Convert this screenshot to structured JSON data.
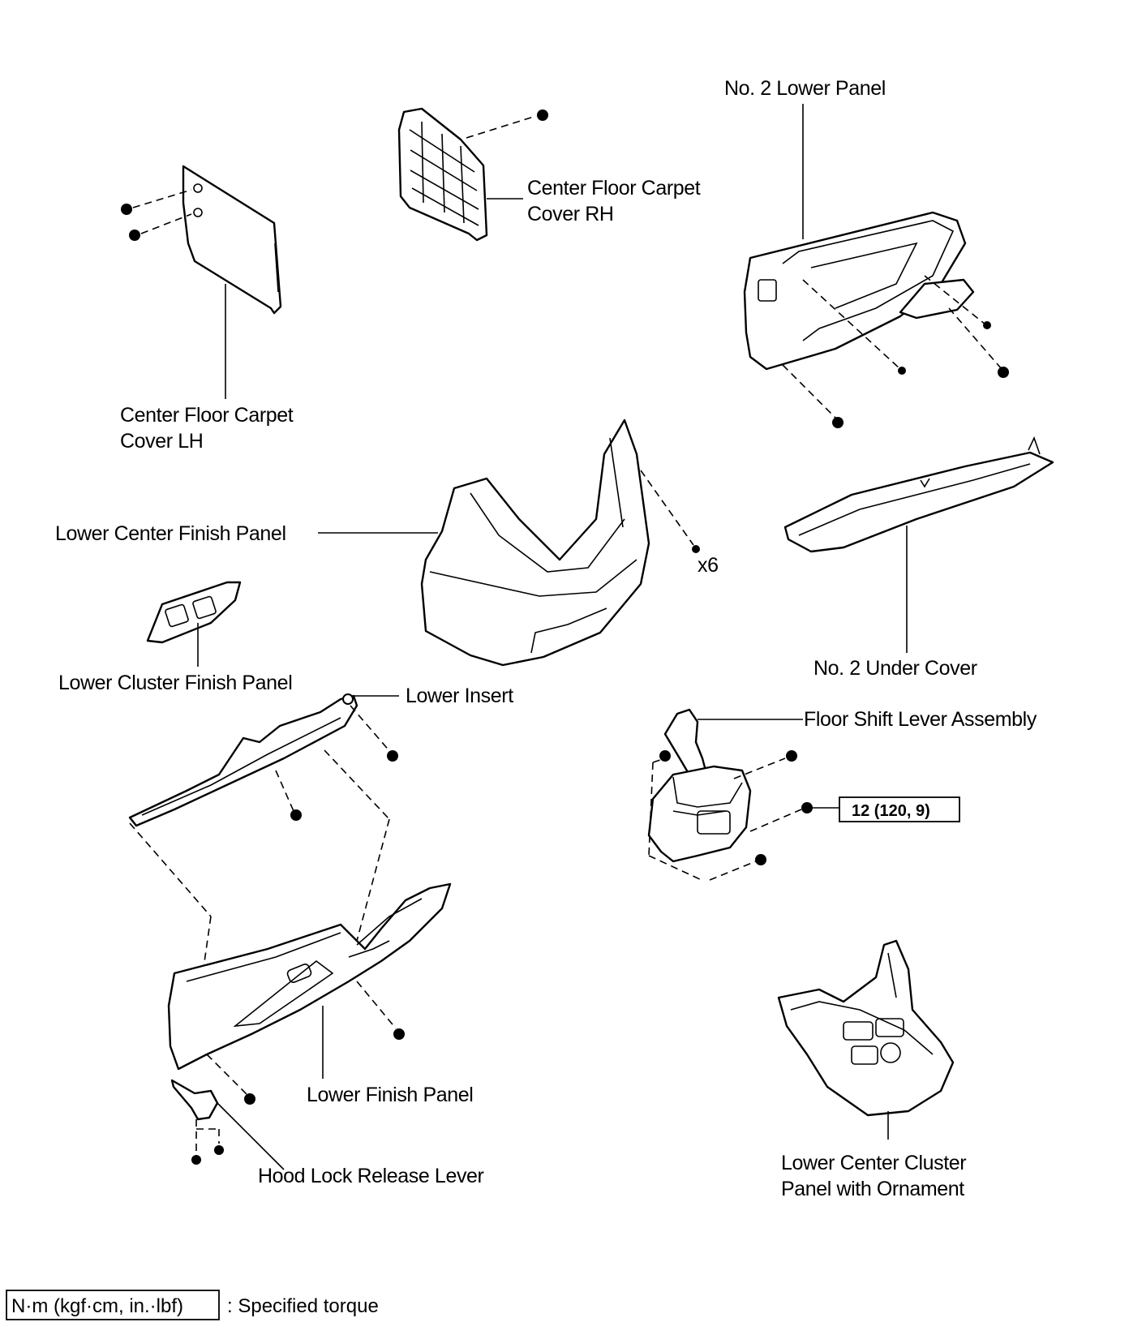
{
  "labels": {
    "no2_lower_panel": "No. 2 Lower Panel",
    "cfcc_rh_1": "Center Floor Carpet",
    "cfcc_rh_2": "Cover RH",
    "cfcc_lh_1": "Center Floor Carpet",
    "cfcc_lh_2": "Cover LH",
    "lower_center_finish_panel": "Lower Center Finish Panel",
    "x6": "x6",
    "no2_under_cover": "No. 2 Under Cover",
    "lower_cluster_finish_panel": "Lower Cluster Finish Panel",
    "lower_insert": "Lower Insert",
    "floor_shift_lever": "Floor Shift Lever Assembly",
    "torque_value": "12 (120, 9)",
    "lower_finish_panel": "Lower Finish Panel",
    "hood_lock_release_lever": "Hood Lock Release Lever",
    "lccp_1": "Lower Center Cluster",
    "lccp_2": "Panel with Ornament"
  },
  "legend": {
    "unit_box": "N·m (kgf·cm, in.·lbf)",
    "description": ": Specified torque"
  }
}
